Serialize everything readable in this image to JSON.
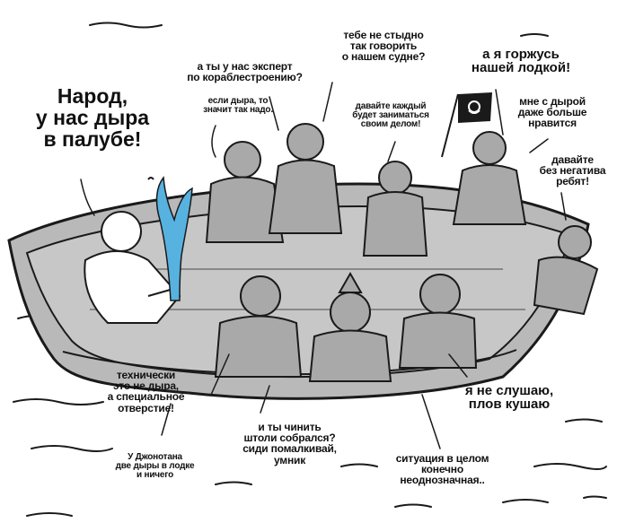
{
  "colors": {
    "background": "#ffffff",
    "boat_fill": "#b9b9b9",
    "boat_inner": "#c7c7c7",
    "figure_fill": "#a9a9a9",
    "ink": "#1a1a1a",
    "water_jet": "#57b2e0"
  },
  "captions": {
    "hole_shout": "Народ,\nу нас дыра\nв палубе!",
    "expert": "а ты у нас эксперт\nпо кораблестроению?",
    "so_needed": "если дыра, то\nзначит так надо.",
    "not_ashamed": "тебе не стыдно\nтак говорить\nо нашем судне?",
    "busy": "давайте каждый\nбудет заниматься\nсвоим делом!",
    "proud": "а я горжусь\nнашей лодкой!",
    "like_hole": "мне с дырой\nдаже больше\nнравится",
    "no_negative": "давайте\nбез негатива\nребят!",
    "technically": "технически\nэто не дыра,\nа специальное\nотверстие!",
    "not_listening": "я не слушаю,\nплов кушаю",
    "fix_it": "и ты чинить\nштоли собрался?\nсиди помалкивай,\nумник",
    "jonathan": "У Джонотана\nдве дыры в лодке\nи ничего",
    "ambiguous": "ситуация в целом\nконечно\nнеоднозначная.."
  },
  "icons": {
    "flag": "flag-icon",
    "water": "water-jet-icon"
  }
}
